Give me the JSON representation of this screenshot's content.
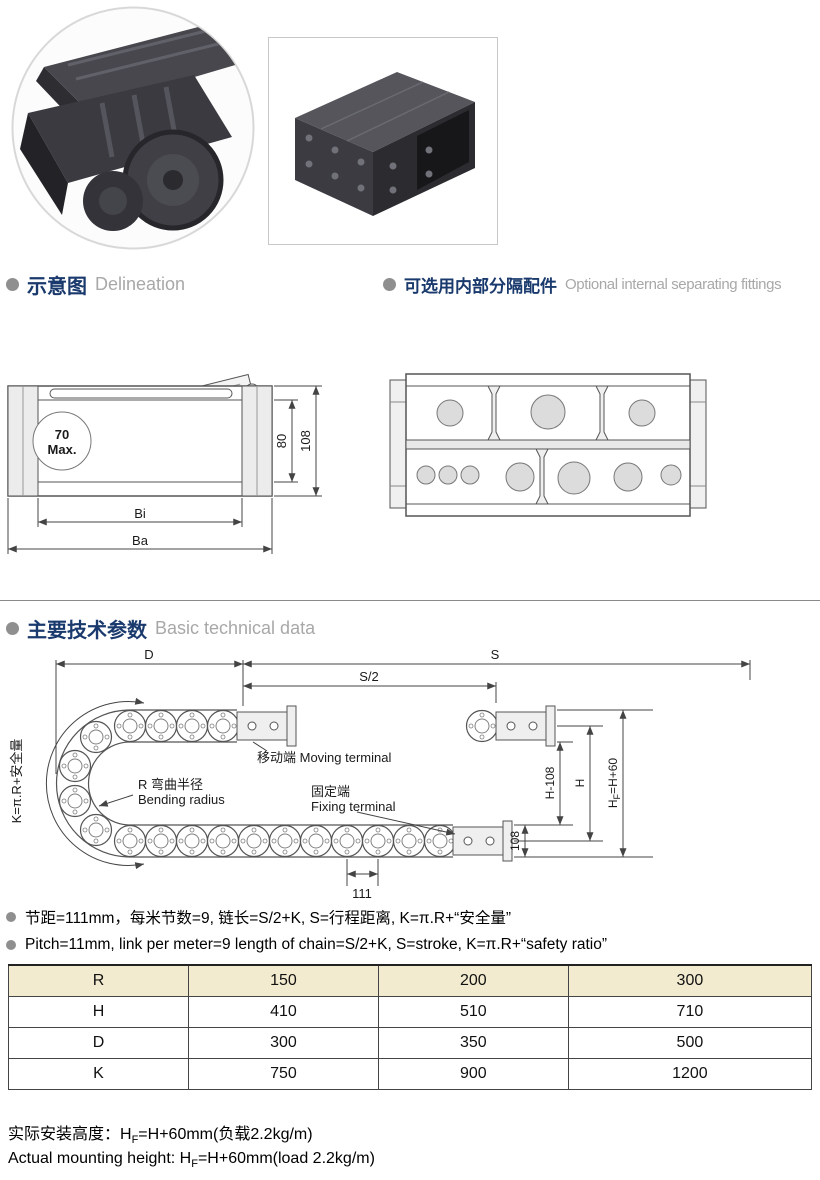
{
  "sections": {
    "delineation": {
      "zh": "示意图",
      "en": "Delineation"
    },
    "separating": {
      "zh": "可选用内部分隔配件",
      "en": "Optional internal separating fittings"
    },
    "technical": {
      "zh": "主要技术参数",
      "en": "Basic technical data"
    }
  },
  "side_view": {
    "max_line1": "70",
    "max_line2": "Max.",
    "dim_inner_height": "80",
    "dim_outer_height": "108",
    "dim_inner_width": "Bi",
    "dim_outer_width": "Ba"
  },
  "bend_diagram": {
    "dim_d": "D",
    "dim_s": "S",
    "dim_s_half": "S/2",
    "moving_terminal": "移动端 Moving terminal",
    "bending_radius_zh": "R 弯曲半径",
    "bending_radius_en": "Bending radius",
    "fixing_terminal_zh": "固定端",
    "fixing_terminal_en": "Fixing terminal",
    "k_formula": "K=π.R+安全量",
    "dim_h_minus_108": "H-108",
    "dim_h": "H",
    "hf_h": "H",
    "hf_sub": "F",
    "hf_rest": "=H+60",
    "dim_108": "108",
    "dim_111": "111"
  },
  "notes": {
    "zh": "节距=111mm，每米节数=9, 链长=S/2+K, S=行程距离, K=π.R+“安全量”",
    "en": "Pitch=11mm, link per meter=9 length of chain=S/2+K, S=stroke, K=π.R+“safety ratio”"
  },
  "table": {
    "rows": [
      {
        "label": "R",
        "v1": "150",
        "v2": "200",
        "v3": "300"
      },
      {
        "label": "H",
        "v1": "410",
        "v2": "510",
        "v3": "710"
      },
      {
        "label": "D",
        "v1": "300",
        "v2": "350",
        "v3": "500"
      },
      {
        "label": "K",
        "v1": "750",
        "v2": "900",
        "v3": "1200"
      }
    ]
  },
  "footer": {
    "zh_prefix": "实际安装高度：H",
    "zh_sub": "F",
    "zh_suffix": "=H+60mm(负载2.2kg/m)",
    "en_prefix": "Actual mounting height: H",
    "en_sub": "F",
    "en_suffix": "=H+60mm(load 2.2kg/m)"
  },
  "colors": {
    "heading_zh": "#1a3a6d",
    "heading_en": "#a8a8a8",
    "table_header_bg": "#f2ebcf"
  }
}
